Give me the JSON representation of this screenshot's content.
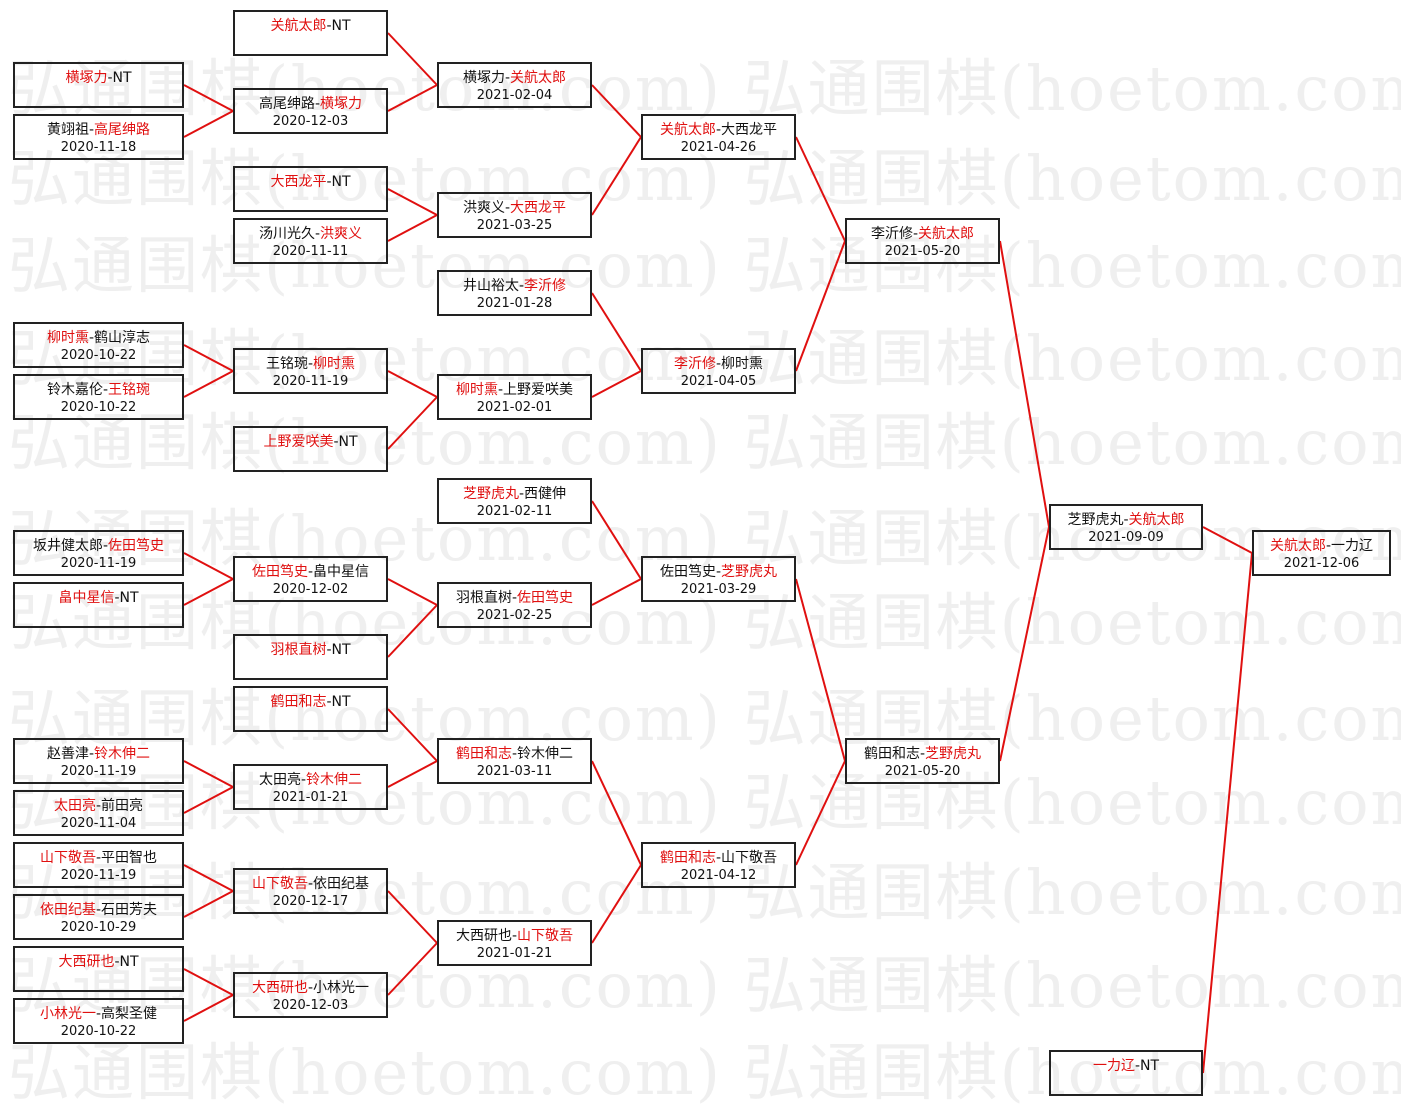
{
  "watermark": "弘通围棋(hoetom.com) 弘通围棋(hoetom.com) 弘通",
  "colors": {
    "winner": "#e01010",
    "line": "#e01010",
    "border": "#222222"
  },
  "separator": "-",
  "matches": [
    {
      "id": "r1a",
      "p1": "横塚力",
      "p2": "NT",
      "winner": 1,
      "date": "",
      "next": "r2b"
    },
    {
      "id": "r1b",
      "p1": "黄翊祖",
      "p2": "高尾绅路",
      "winner": 2,
      "date": "2020-11-18",
      "next": "r2b"
    },
    {
      "id": "r1c",
      "p1": "柳时熏",
      "p2": "鹤山淳志",
      "winner": 1,
      "date": "2020-10-22",
      "next": "r2e"
    },
    {
      "id": "r1d",
      "p1": "铃木嘉伦",
      "p2": "王铭琬",
      "winner": 2,
      "date": "2020-10-22",
      "next": "r2e"
    },
    {
      "id": "r1e",
      "p1": "坂井健太郎",
      "p2": "佐田笃史",
      "winner": 2,
      "date": "2020-11-19",
      "next": "r2g"
    },
    {
      "id": "r1f",
      "p1": "畠中星信",
      "p2": "NT",
      "winner": 1,
      "date": "",
      "next": "r2g"
    },
    {
      "id": "r1g",
      "p1": "赵善津",
      "p2": "铃木伸二",
      "winner": 2,
      "date": "2020-11-19",
      "next": "r2j"
    },
    {
      "id": "r1h",
      "p1": "太田亮",
      "p2": "前田亮",
      "winner": 1,
      "date": "2020-11-04",
      "next": "r2j"
    },
    {
      "id": "r1i",
      "p1": "山下敬吾",
      "p2": "平田智也",
      "winner": 1,
      "date": "2020-11-19",
      "next": "r2k"
    },
    {
      "id": "r1j",
      "p1": "依田纪基",
      "p2": "石田芳夫",
      "winner": 1,
      "date": "2020-10-29",
      "next": "r2k"
    },
    {
      "id": "r1k",
      "p1": "大西研也",
      "p2": "NT",
      "winner": 1,
      "date": "",
      "next": "r2l"
    },
    {
      "id": "r1l",
      "p1": "小林光一",
      "p2": "高梨圣健",
      "winner": 1,
      "date": "2020-10-22",
      "next": "r2l"
    },
    {
      "id": "r2a",
      "p1": "关航太郎",
      "p2": "NT",
      "winner": 1,
      "date": "",
      "next": "r3a"
    },
    {
      "id": "r2b",
      "p1": "高尾绅路",
      "p2": "横塚力",
      "winner": 2,
      "date": "2020-12-03",
      "next": "r3a"
    },
    {
      "id": "r2c",
      "p1": "大西龙平",
      "p2": "NT",
      "winner": 1,
      "date": "",
      "next": "r3b"
    },
    {
      "id": "r2d",
      "p1": "汤川光久",
      "p2": "洪爽义",
      "winner": 2,
      "date": "2020-11-11",
      "next": "r3b"
    },
    {
      "id": "r2e",
      "p1": "王铭琬",
      "p2": "柳时熏",
      "winner": 2,
      "date": "2020-11-19",
      "next": "r3d"
    },
    {
      "id": "r2f",
      "p1": "上野爱咲美",
      "p2": "NT",
      "winner": 1,
      "date": "",
      "next": "r3d"
    },
    {
      "id": "r2g",
      "p1": "佐田笃史",
      "p2": "畠中星信",
      "winner": 1,
      "date": "2020-12-02",
      "next": "r3f"
    },
    {
      "id": "r2h",
      "p1": "羽根直树",
      "p2": "NT",
      "winner": 1,
      "date": "",
      "next": "r3f"
    },
    {
      "id": "r2i",
      "p1": "鹤田和志",
      "p2": "NT",
      "winner": 1,
      "date": "",
      "next": "r3g"
    },
    {
      "id": "r2j",
      "p1": "太田亮",
      "p2": "铃木伸二",
      "winner": 2,
      "date": "2021-01-21",
      "next": "r3g"
    },
    {
      "id": "r2k",
      "p1": "山下敬吾",
      "p2": "依田纪基",
      "winner": 1,
      "date": "2020-12-17",
      "next": "r3h"
    },
    {
      "id": "r2l",
      "p1": "大西研也",
      "p2": "小林光一",
      "winner": 1,
      "date": "2020-12-03",
      "next": "r3h"
    },
    {
      "id": "r3a",
      "p1": "横塚力",
      "p2": "关航太郎",
      "winner": 2,
      "date": "2021-02-04",
      "next": "r4a"
    },
    {
      "id": "r3b",
      "p1": "洪爽义",
      "p2": "大西龙平",
      "winner": 2,
      "date": "2021-03-25",
      "next": "r4a"
    },
    {
      "id": "r3c",
      "p1": "井山裕太",
      "p2": "李沂修",
      "winner": 2,
      "date": "2021-01-28",
      "next": "r4b"
    },
    {
      "id": "r3d",
      "p1": "柳时熏",
      "p2": "上野爱咲美",
      "winner": 1,
      "date": "2021-02-01",
      "next": "r4b"
    },
    {
      "id": "r3e",
      "p1": "芝野虎丸",
      "p2": "西健伸",
      "winner": 1,
      "date": "2021-02-11",
      "next": "r4c"
    },
    {
      "id": "r3f",
      "p1": "羽根直树",
      "p2": "佐田笃史",
      "winner": 2,
      "date": "2021-02-25",
      "next": "r4c"
    },
    {
      "id": "r3g",
      "p1": "鹤田和志",
      "p2": "铃木伸二",
      "winner": 1,
      "date": "2021-03-11",
      "next": "r4d"
    },
    {
      "id": "r3h",
      "p1": "大西研也",
      "p2": "山下敬吾",
      "winner": 2,
      "date": "2021-01-21",
      "next": "r4d"
    },
    {
      "id": "r4a",
      "p1": "关航太郎",
      "p2": "大西龙平",
      "winner": 1,
      "date": "2021-04-26",
      "next": "r5a"
    },
    {
      "id": "r4b",
      "p1": "李沂修",
      "p2": "柳时熏",
      "winner": 1,
      "date": "2021-04-05",
      "next": "r5a"
    },
    {
      "id": "r4c",
      "p1": "佐田笃史",
      "p2": "芝野虎丸",
      "winner": 2,
      "date": "2021-03-29",
      "next": "r5b"
    },
    {
      "id": "r4d",
      "p1": "鹤田和志",
      "p2": "山下敬吾",
      "winner": 1,
      "date": "2021-04-12",
      "next": "r5b"
    },
    {
      "id": "r5a",
      "p1": "李沂修",
      "p2": "关航太郎",
      "winner": 2,
      "date": "2021-05-20",
      "next": "r6a"
    },
    {
      "id": "r5b",
      "p1": "鹤田和志",
      "p2": "芝野虎丸",
      "winner": 2,
      "date": "2021-05-20",
      "next": "r6a"
    },
    {
      "id": "r6a",
      "p1": "芝野虎丸",
      "p2": "关航太郎",
      "winner": 2,
      "date": "2021-09-09",
      "next": "final"
    },
    {
      "id": "r6b",
      "p1": "一力辽",
      "p2": "NT",
      "winner": 1,
      "date": "",
      "next": "final"
    },
    {
      "id": "final",
      "p1": "关航太郎",
      "p2": "一力辽",
      "winner": 1,
      "date": "2021-12-06",
      "next": ""
    }
  ]
}
